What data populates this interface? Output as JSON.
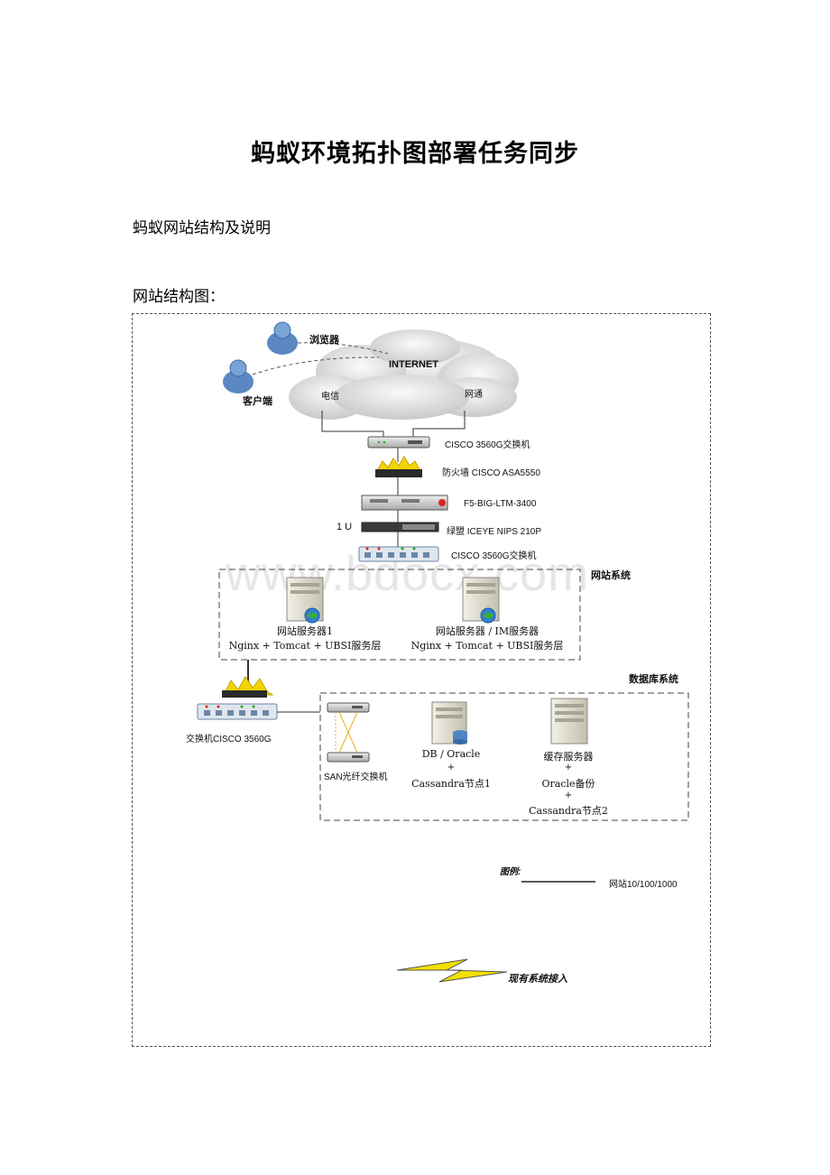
{
  "doc": {
    "title": "蚂蚁环境拓扑图部署任务同步",
    "section_heading": "蚂蚁网站结构及说明",
    "figure_label": "网站结构图："
  },
  "diagram": {
    "watermark": "www.bdocx.com",
    "internet": "INTERNET",
    "browser": "浏览器",
    "client": "客户端",
    "telecom": "电信",
    "unicom": "网通",
    "switch_top": "CISCO 3560G交换机",
    "firewall": "防火墙 CISCO ASA5550",
    "loadbalancer": "F5-BIG-LTM-3400",
    "ips_unit": "1 U",
    "ips": "绿盟 ICEYE NIPS 210P",
    "switch_mid": "CISCO 3560G交换机",
    "web_system": "网站系统",
    "web1_name": "网站服务器1",
    "web1_stack": "Nginx + Tomcat + UBSI服务层",
    "web2_name": "网站服务器 / IM服务器",
    "web2_stack": "Nginx + Tomcat + UBSI服务层",
    "db_system": "数据库系统",
    "switch_bottom": "交换机CISCO 3560G",
    "san": "SAN光纤交换机",
    "db_line1": "DB / Oracle",
    "db_plus": "+",
    "db_line2": "Cassandra节点1",
    "cache_line1": "缓存服务器",
    "cache_plus1": "+",
    "cache_line2": "Oracle备份",
    "cache_plus2": "+",
    "cache_line3": "Cassandra节点2",
    "legend_title": "图例:",
    "legend_item": "网站10/100/1000",
    "existing_access": "现有系统接入"
  }
}
